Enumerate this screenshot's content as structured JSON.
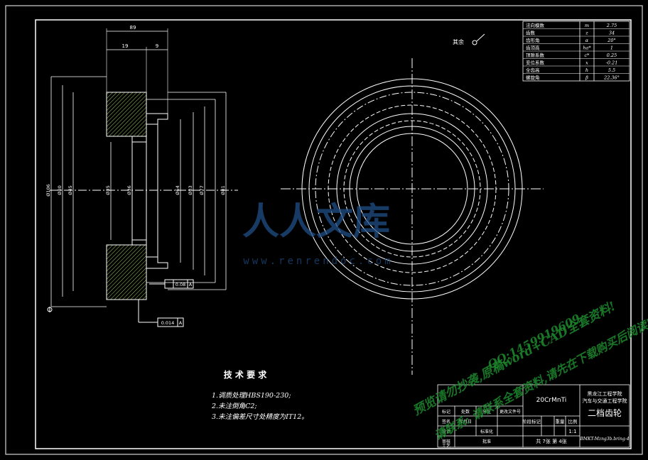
{
  "dimensions": {
    "overall_width": "89",
    "hub_width": "19",
    "small_width": "9",
    "diameters": [
      "Ø106",
      "Ø80",
      "Ø45",
      "Ø35",
      "Ø36",
      "Ø64",
      "Ø83",
      "Ø77",
      "Ø81"
    ],
    "tol_runout_1": "0.08",
    "tol_runout_2": "0.014",
    "datum": "A"
  },
  "roughness_note": "其余",
  "param_table": {
    "rows": [
      {
        "name": "法向模数",
        "sym": "m",
        "val": "2.75"
      },
      {
        "name": "齿数",
        "sym": "z",
        "val": "34"
      },
      {
        "name": "齿形角",
        "sym": "α",
        "val": "20°"
      },
      {
        "name": "齿顶高",
        "sym": "ha*",
        "val": "1"
      },
      {
        "name": "顶隙系数",
        "sym": "c*",
        "val": "0.25"
      },
      {
        "name": "变位系数",
        "sym": "x",
        "val": "-0.21"
      },
      {
        "name": "全齿高",
        "sym": "h",
        "val": "5.5"
      },
      {
        "name": "螺旋角",
        "sym": "β",
        "val": "22.36°"
      }
    ]
  },
  "tech_req": {
    "title": "技 术 要 求",
    "items": [
      "1.调质处理HBS190-230;",
      "2.未注倒角C2;",
      "3.未注偏差尺寸处精度为IT12。"
    ]
  },
  "title_block": {
    "material": "20CrMnTi",
    "school": "黑龙江工程学院",
    "school2": "汽车与交通工程学院",
    "part_name": "二档齿轮",
    "drawing_no": "BMKT-Mzng3b.bring-4",
    "scale": "1:1",
    "sheets": "共 7张  第 4张",
    "cells": [
      "标记",
      "处数",
      "分区",
      "更改文件号",
      "签名",
      "年月日",
      "设计",
      "标准化",
      "审核",
      "工艺",
      "批准",
      "阶段标记",
      "重量",
      "比例"
    ]
  },
  "watermarks": {
    "logo_text": "人人文库",
    "url": "www.renrendoc.com",
    "green_lines": [
      "预览请勿抄袭,原稿word+CAD全套资料!",
      "QQ:1459919609",
      "请联系:  请联系全套资料,请先在下载购买后阅读!"
    ]
  }
}
